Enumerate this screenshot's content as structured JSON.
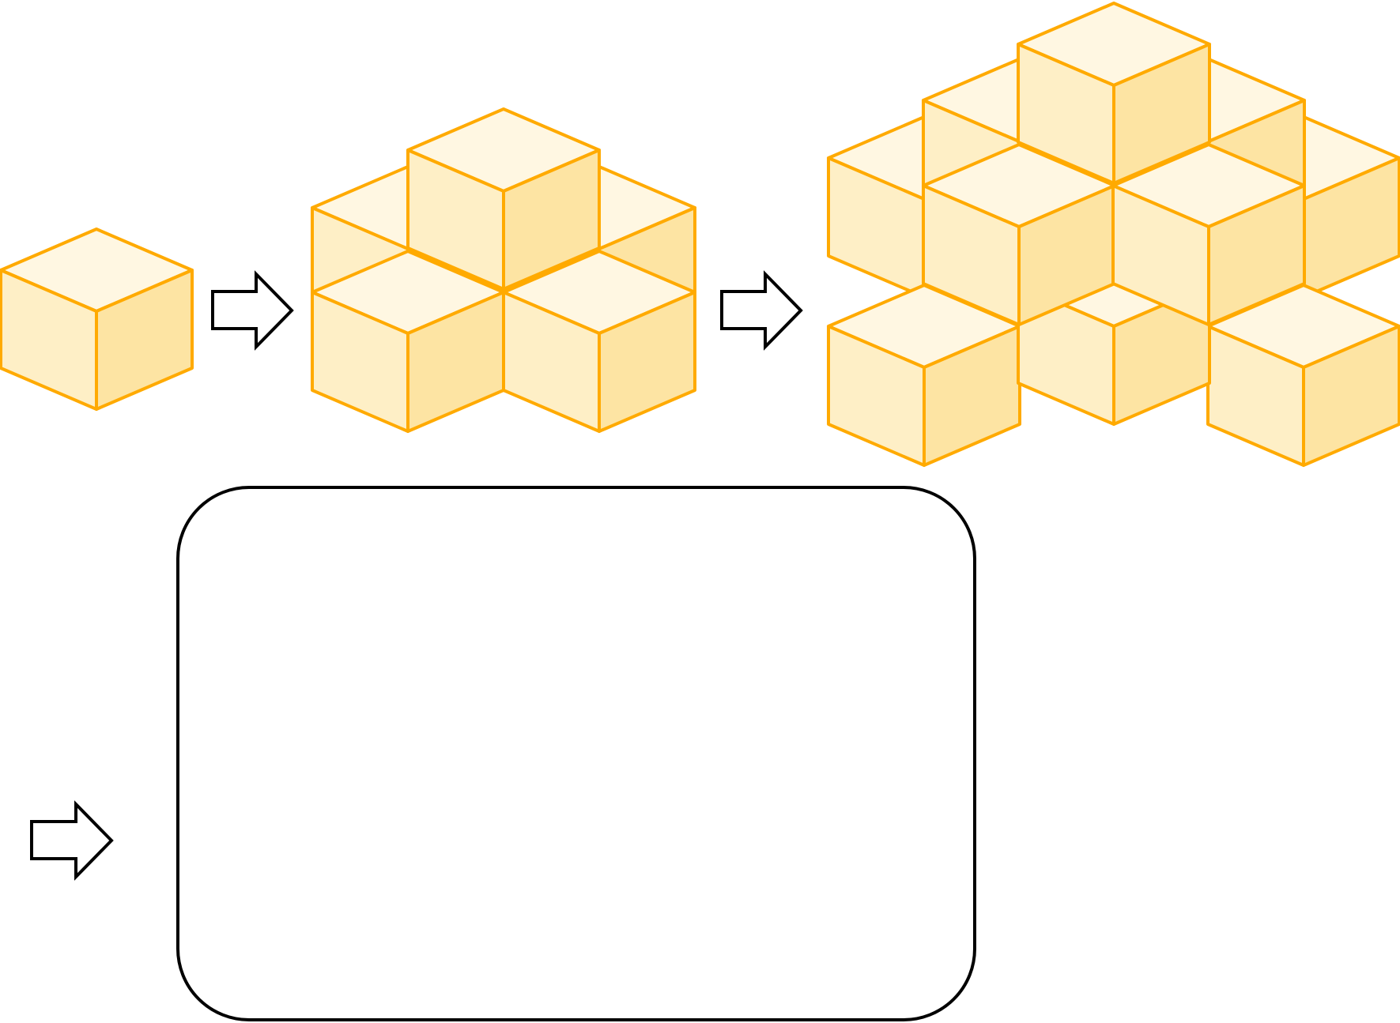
{
  "diagram": {
    "colors": {
      "cube_top": "#FFF7E2",
      "cube_left": "#FEEFC6",
      "cube_right": "#FDE4A3",
      "cube_stroke": "#FFAA00",
      "arrow_stroke": "#000000",
      "arrow_fill": "#FFFFFF",
      "answer_box_stroke": "#000000"
    },
    "stages": [
      {
        "name": "stage-1",
        "cubes": 1
      },
      {
        "name": "stage-2",
        "cubes": 4
      },
      {
        "name": "stage-3",
        "cubes": 10
      },
      {
        "name": "stage-4",
        "cubes": null
      }
    ],
    "arrow_icon": "right-arrow-icon",
    "answer_box_text": ""
  }
}
